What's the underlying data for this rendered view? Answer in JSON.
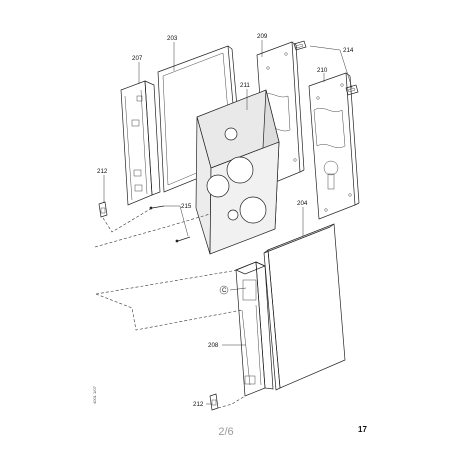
{
  "callouts": {
    "c203": "203",
    "c207": "207",
    "c209": "209",
    "c214": "214",
    "c210": "210",
    "c211": "211",
    "c212a": "212",
    "c215": "215",
    "c204": "204",
    "cC": "C",
    "c208": "208",
    "c212b": "212"
  },
  "footer": {
    "page_indicator": "2/6",
    "page_number": "17",
    "side_code": "4001 1/07"
  }
}
